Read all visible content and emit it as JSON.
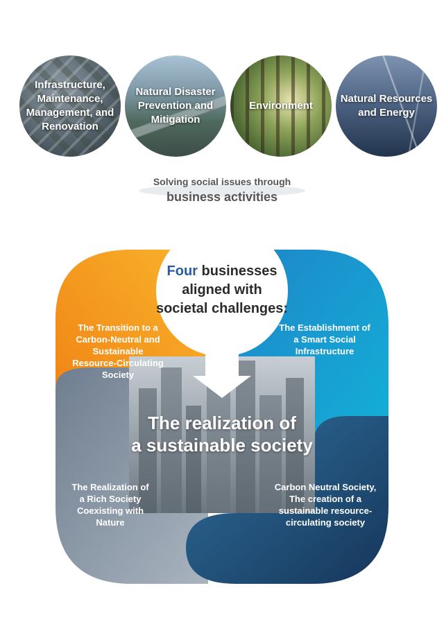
{
  "categories": [
    {
      "label": "Infrastructure, Maintenance, Management, and Renovation"
    },
    {
      "label": "Natural Disaster Prevention and Mitigation"
    },
    {
      "label": "Environment"
    },
    {
      "label": "Natural Resources and Energy"
    }
  ],
  "solving": {
    "line1": "Solving social issues through",
    "line2": "business activities"
  },
  "center": {
    "four": "Four",
    "rest_line1": "businesses",
    "rest_line2": "aligned with",
    "rest_line3": "societal challenges:"
  },
  "quadrants": {
    "top_left": "The Transition to a Carbon-Neutral and Sustainable Resource-Circulating Society",
    "top_right": "The Establishment of a Smart Social Infrastructure",
    "bottom_left": "The Realization of a Rich Society Coexisting with Nature",
    "bottom_right": "Carbon Neutral Society, The creation of a sustainable resource-circulating society"
  },
  "realization": {
    "line1": "The realization of",
    "line2": "a sustainable society"
  },
  "colors": {
    "orange": "#f39a1a",
    "cyan": "#1b9fd1",
    "slate": "#7f8d9c",
    "navy": "#1f4f7a",
    "four_accent": "#2a5aa0"
  }
}
